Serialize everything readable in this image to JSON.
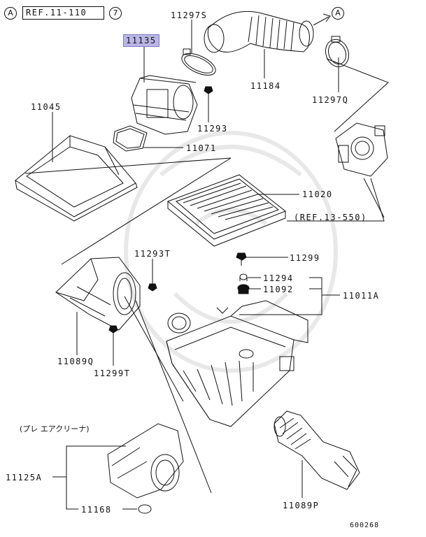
{
  "header": {
    "ref_marker": "A",
    "ref_text": "REF.11-110",
    "ref_circle": "7"
  },
  "parts": {
    "p11135": "11135",
    "p11297S": "11297S",
    "p11184": "11184",
    "p11297Q": "11297Q",
    "p11045": "11045",
    "p11293": "11293",
    "p11071": "11071",
    "p11020": "11020",
    "ref_13_550": "(REF.13-550)",
    "p11293T": "11293T",
    "p11299": "11299",
    "p11294": "11294",
    "p11092": "11092",
    "p11011A": "11011A",
    "p11089Q": "11089Q",
    "p11299T": "11299T",
    "pre_cleaner": "(プレ エアクリーナ)",
    "p11125A": "11125A",
    "p11168": "11168",
    "p11089P": "11089P"
  },
  "markers": {
    "right_a": "A"
  },
  "footer": {
    "code": "600268"
  },
  "colors": {
    "line": "#111111",
    "highlight": "#b9b6e6",
    "watermark": "#e9e9e9"
  }
}
